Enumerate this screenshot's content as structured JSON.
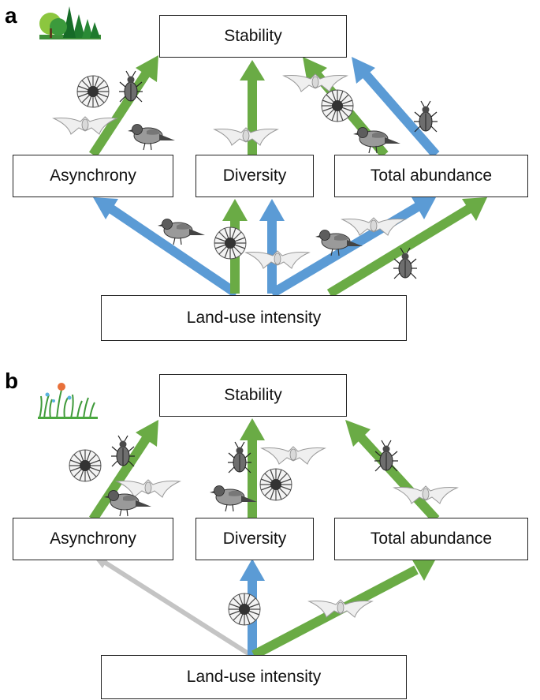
{
  "panels": [
    {
      "label": "a",
      "icon": "forest-icon",
      "nodes": {
        "stability": "Stability",
        "asynchrony": "Asynchrony",
        "diversity": "Diversity",
        "total_abundance": "Total abundance",
        "land_use": "Land-use intensity"
      }
    },
    {
      "label": "b",
      "icon": "grassland-icon",
      "nodes": {
        "stability": "Stability",
        "asynchrony": "Asynchrony",
        "diversity": "Diversity",
        "total_abundance": "Total abundance",
        "land_use": "Land-use intensity"
      }
    }
  ],
  "colors": {
    "positive": "#6aab45",
    "negative": "#5b9bd5",
    "non_significant": "#c4c4c4",
    "box_border": "#222222"
  }
}
